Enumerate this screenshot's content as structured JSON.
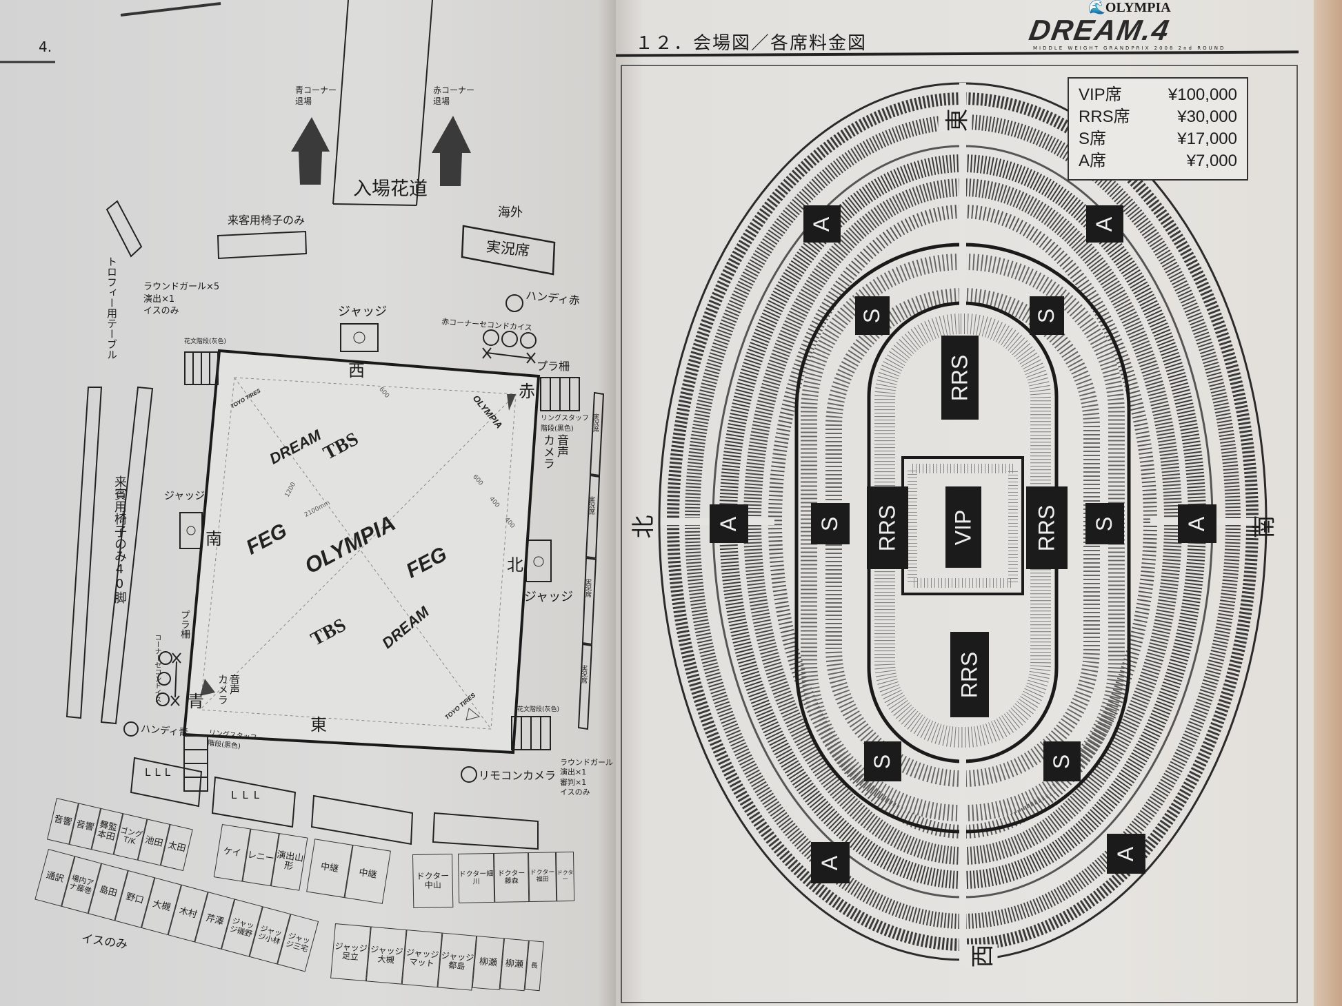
{
  "left": {
    "page_number": "4.",
    "entrance": {
      "label": "入場花道",
      "blue_exit": "青コーナー退場",
      "red_exit": "赤コーナー退場"
    },
    "guest_chairs": "来客用椅子のみ",
    "overseas": "海外",
    "commentary": "実況席",
    "trophy_table": "トロフィー用テーブル",
    "round_girls": [
      "ラウンドガール×5",
      "演出×1",
      "イスのみ"
    ],
    "judge": "ジャッジ",
    "handy_red": "ハンディ赤",
    "red_second": "赤コーナーセコンドカイス",
    "plastic_fence": "プラ柵",
    "flower_stairs": "花文階段(灰色)",
    "staff_stairs": "リングスタッフ階段(黒色)",
    "camera": "カメラ",
    "audio": "音声",
    "ring": {
      "west": "西",
      "east": "東",
      "south": "南",
      "north": "北",
      "red": "赤",
      "blue": "青"
    },
    "logos": [
      "DREAM",
      "TBS",
      "FEG",
      "OLYMPIA",
      "FEG",
      "TBS",
      "DREAM",
      "OLYMPIA",
      "TOYO TIRES",
      "TOYO TIRES"
    ],
    "dimensions": [
      "1200",
      "2100mm",
      "600",
      "400",
      "400",
      "600"
    ],
    "vip_chairs": "来賓用椅子のみ40脚",
    "commentary_booths": [
      "実況席",
      "実況席",
      "実況席",
      "実況席"
    ],
    "handy_blue": "ハンディ青",
    "blue_second": "コーナーセコンドイス",
    "remote_camera": "リモコンカメラ",
    "round_girl_right": [
      "ラウンドガール",
      "演出×1",
      "審判×1",
      "イスのみ"
    ],
    "chairs_only": "イスのみ",
    "l_mark": "L",
    "tables": {
      "row_a": [
        "音響",
        "音響",
        "舞監本田",
        "ゴングT/K",
        "池田",
        "太田"
      ],
      "row_b": [
        "ケイ",
        "レニー",
        "演出山形",
        "中継",
        "中継"
      ],
      "row_c": [
        "ドクター中山",
        "ドクター細川",
        "ドクター藤森",
        "ドクター福田",
        "ドクター"
      ],
      "row_d": [
        "通訳",
        "場内アナ藤巻",
        "島田",
        "野口",
        "大槻",
        "木村",
        "芹澤",
        "ジャッジ磯野",
        "ジャッジ小林",
        "ジャッジ三宅"
      ],
      "row_e": [
        "ジャッジ足立",
        "ジャッジ大槻",
        "ジャッジマット",
        "ジャッジ都島",
        "柳瀬",
        "柳瀬",
        "長"
      ]
    }
  },
  "right": {
    "heading": "１２．会場図／各席料金図",
    "brand": {
      "sponsor": "OLYMPIA",
      "title": "DREAM.4",
      "subtitle": "MIDDLE WEIGHT GRANDPRIX 2008 2nd ROUND"
    },
    "prices": [
      {
        "seat": "VIP席",
        "price": "¥100,000"
      },
      {
        "seat": "RRS席",
        "price": "¥30,000"
      },
      {
        "seat": "S席",
        "price": "¥17,000"
      },
      {
        "seat": "A席",
        "price": "¥7,000"
      }
    ],
    "directions": {
      "east": "東",
      "west": "西",
      "north": "北",
      "south": "南"
    },
    "zones": {
      "a": "A",
      "s": "S",
      "rrs": "RRS",
      "vip": "VIP"
    }
  }
}
